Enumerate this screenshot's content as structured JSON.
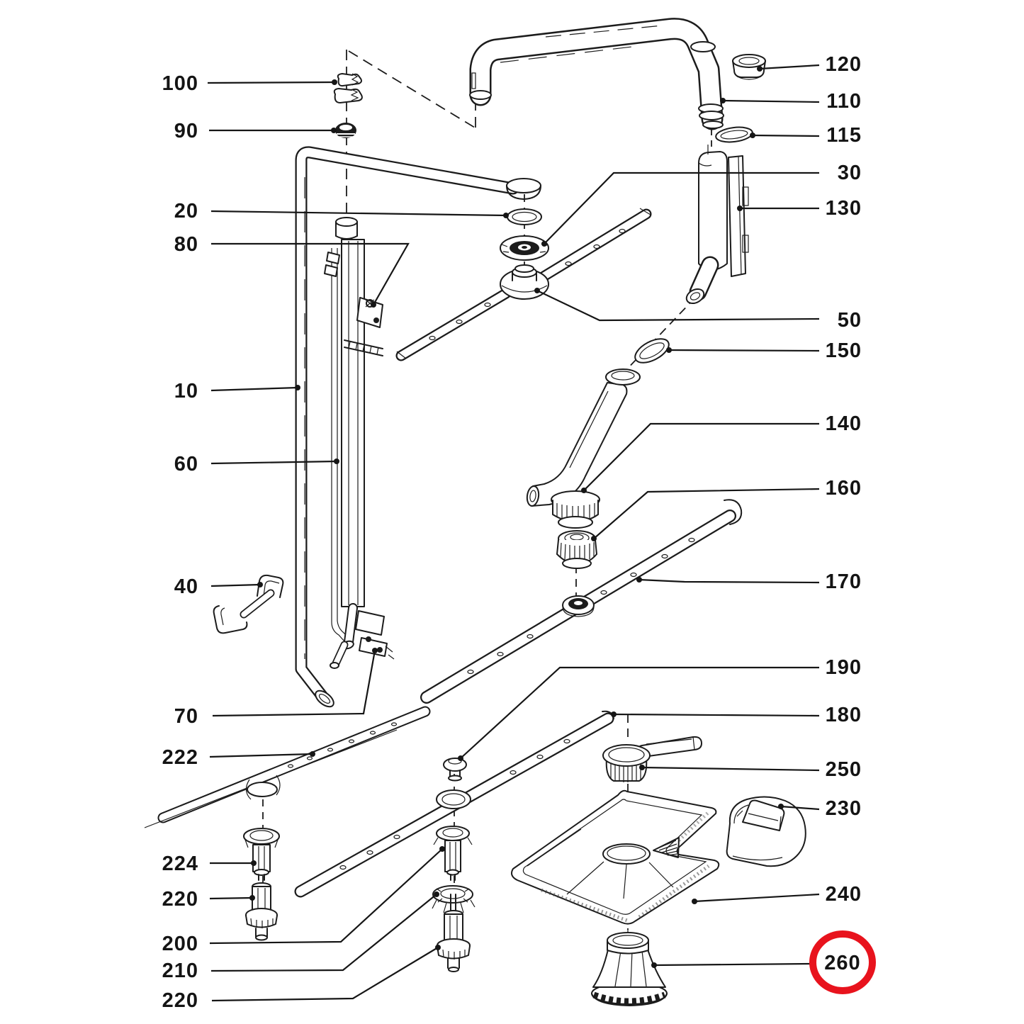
{
  "diagram": {
    "kind": "exploded-parts-diagram",
    "subject": "dishwasher spray-arm and water supply assembly",
    "background_color": "#ffffff",
    "line_color": "#1c1c1c",
    "highlight_color": "#e8131d",
    "highlighted_part": "260"
  },
  "callouts": {
    "left": [
      {
        "label": "100"
      },
      {
        "label": "90"
      },
      {
        "label": "20"
      },
      {
        "label": "80"
      },
      {
        "label": "10"
      },
      {
        "label": "60"
      },
      {
        "label": "40"
      },
      {
        "label": "70"
      },
      {
        "label": "222"
      },
      {
        "label": "224"
      },
      {
        "label": "220"
      },
      {
        "label": "200"
      },
      {
        "label": "210"
      },
      {
        "label": "220"
      }
    ],
    "right": [
      {
        "label": "120"
      },
      {
        "label": "110"
      },
      {
        "label": "115"
      },
      {
        "label": "30"
      },
      {
        "label": "130"
      },
      {
        "label": "50"
      },
      {
        "label": "150"
      },
      {
        "label": "140"
      },
      {
        "label": "160"
      },
      {
        "label": "170"
      },
      {
        "label": "190"
      },
      {
        "label": "180"
      },
      {
        "label": "250"
      },
      {
        "label": "230"
      },
      {
        "label": "240"
      },
      {
        "label": "260",
        "highlighted": true
      }
    ]
  }
}
